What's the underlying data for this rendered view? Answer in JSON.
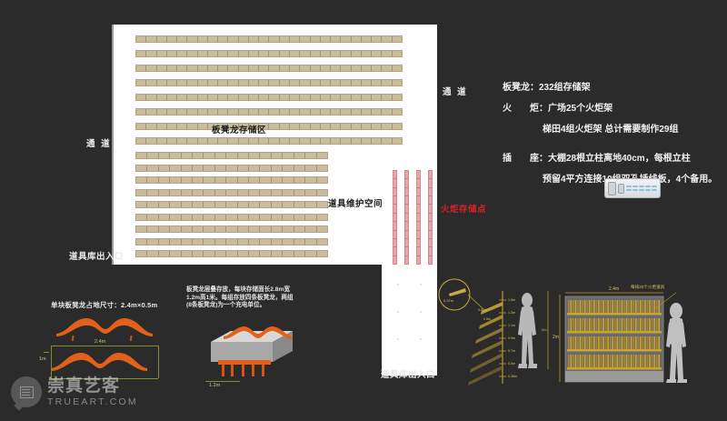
{
  "plan": {
    "storage_area_label": "板凳龙存储区",
    "maintenance_label": "道具维护空间",
    "torch_point_label": "火炬存储点",
    "passage_top_right": "通 道",
    "passage_left": "通 道",
    "entrance_left": "道具库出入口",
    "entrance_bottom": "道具库出入口",
    "bench_rows_upper": 8,
    "bench_rows_lower": 9,
    "cells_per_row_upper": 26,
    "cells_per_row_lower": 17,
    "torch_strip_count": 4
  },
  "info": {
    "line1_key": "板凳龙：",
    "line1_val": "232组存储架",
    "line2_key": "火　　炬：",
    "line2_val": "广场25个火炬架",
    "line2b": "梯田4组火炬架  总计需要制作29组",
    "line3_key": "插　　座：",
    "line3_val": "大棚28根立柱离地40cm，每根立柱",
    "line3b": "预留4平方连接10组双孔插线板，4个备用。"
  },
  "panels": {
    "bench_single": {
      "title": "单块板凳龙占地尺寸：2.4m×0.5m",
      "dim_width": "2.4m",
      "dim_height": "1m"
    },
    "bench_stack": {
      "note": "板凳龙层叠存放，每块存储面长2.8m宽1.2m高1米。每组存放四条板凳龙，两组(8条板凳龙)为一个充电单位。",
      "dim_width": "2.8m",
      "dim_depth": "1.2m"
    },
    "torch_rack": {
      "callout": "0.37m",
      "lengths": [
        "0.80m",
        "0.5m"
      ],
      "heights": [
        "1.5m",
        "1.3m",
        "1.1m",
        "0.9m",
        "0.7m",
        "0.5m",
        "0.35m"
      ],
      "person_height": "2m"
    },
    "torch_wall": {
      "width_label": "2.4m",
      "height_label": "2m",
      "note": "每排20个火炬道具",
      "shelf_rows": 4,
      "torches_per_row": 40
    }
  },
  "watermark": {
    "cn": "崇真艺客",
    "en": "TRUEART.COM"
  },
  "colors": {
    "bg": "#2b2b2b",
    "plan_bg": "#ffffff",
    "bench": "#cbbb9e",
    "torch_strip": "#e8a7ac",
    "accent_red": "#d9222a",
    "gold": "#b89a2a",
    "orange": "#e2611a"
  }
}
